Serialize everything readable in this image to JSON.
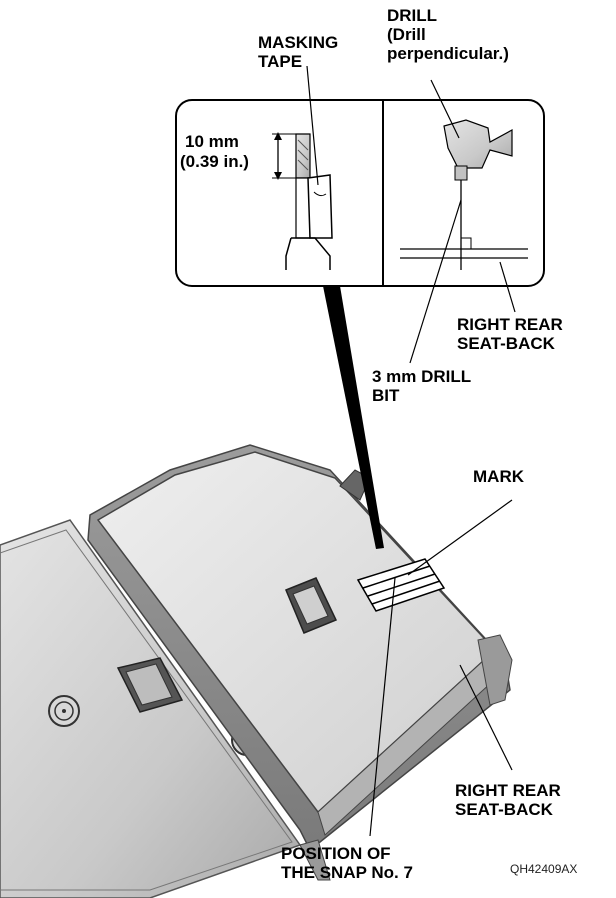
{
  "labels": {
    "drill": "DRILL",
    "drill_note_1": "(Drill",
    "drill_note_2": "perpendicular.)",
    "masking_tape_1": "MASKING",
    "masking_tape_2": "TAPE",
    "dim_1": "10 mm",
    "dim_2": "(0.39 in.)",
    "seatback_top_1": "RIGHT REAR",
    "seatback_top_2": "SEAT-BACK",
    "drill_bit_1": "3 mm DRILL",
    "drill_bit_2": "BIT",
    "mark": "MARK",
    "seatback_bottom_1": "RIGHT REAR",
    "seatback_bottom_2": "SEAT-BACK",
    "snap_1": "POSITION OF",
    "snap_2": "THE SNAP No. 7"
  },
  "figure_code": "QH42409AX"
}
